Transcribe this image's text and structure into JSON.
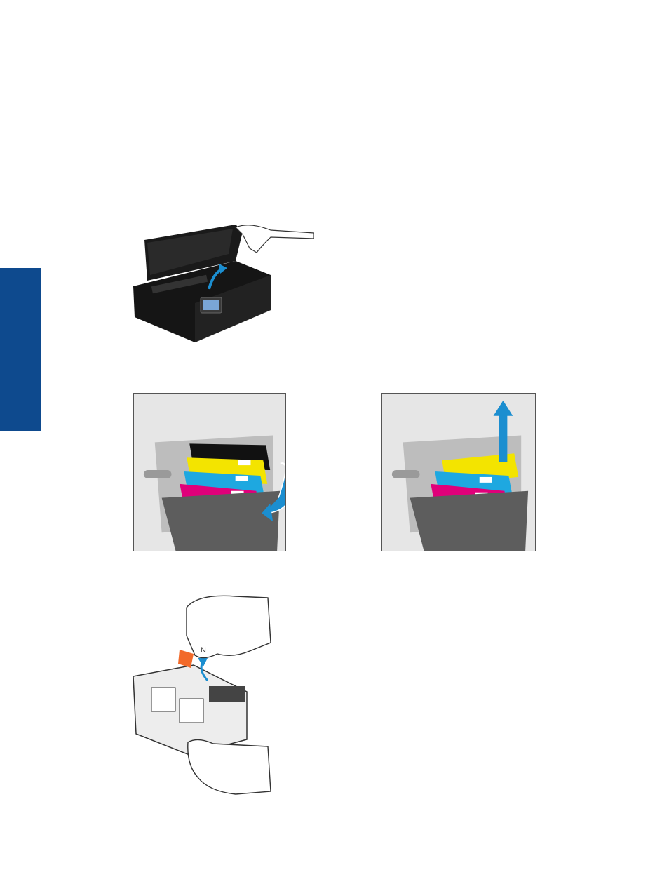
{
  "page": {
    "side_tab_color": "#0e4a8e"
  },
  "figures": [
    {
      "id": "printer-open-access-door",
      "icon": "printer-lid-open-icon"
    },
    {
      "id": "press-cartridge-tab",
      "icon": "cartridge-latch-icon"
    },
    {
      "id": "remove-cartridge",
      "icon": "cartridge-remove-icon"
    },
    {
      "id": "pull-orange-tab",
      "icon": "cartridge-tape-icon"
    }
  ],
  "cartridge_label": "N",
  "colors": {
    "black": "#111111",
    "yellow": "#f3e400",
    "cyan": "#1ea8e0",
    "magenta": "#e0007a",
    "arrow": "#1b8ed0",
    "orange_tab": "#f26a2a"
  }
}
